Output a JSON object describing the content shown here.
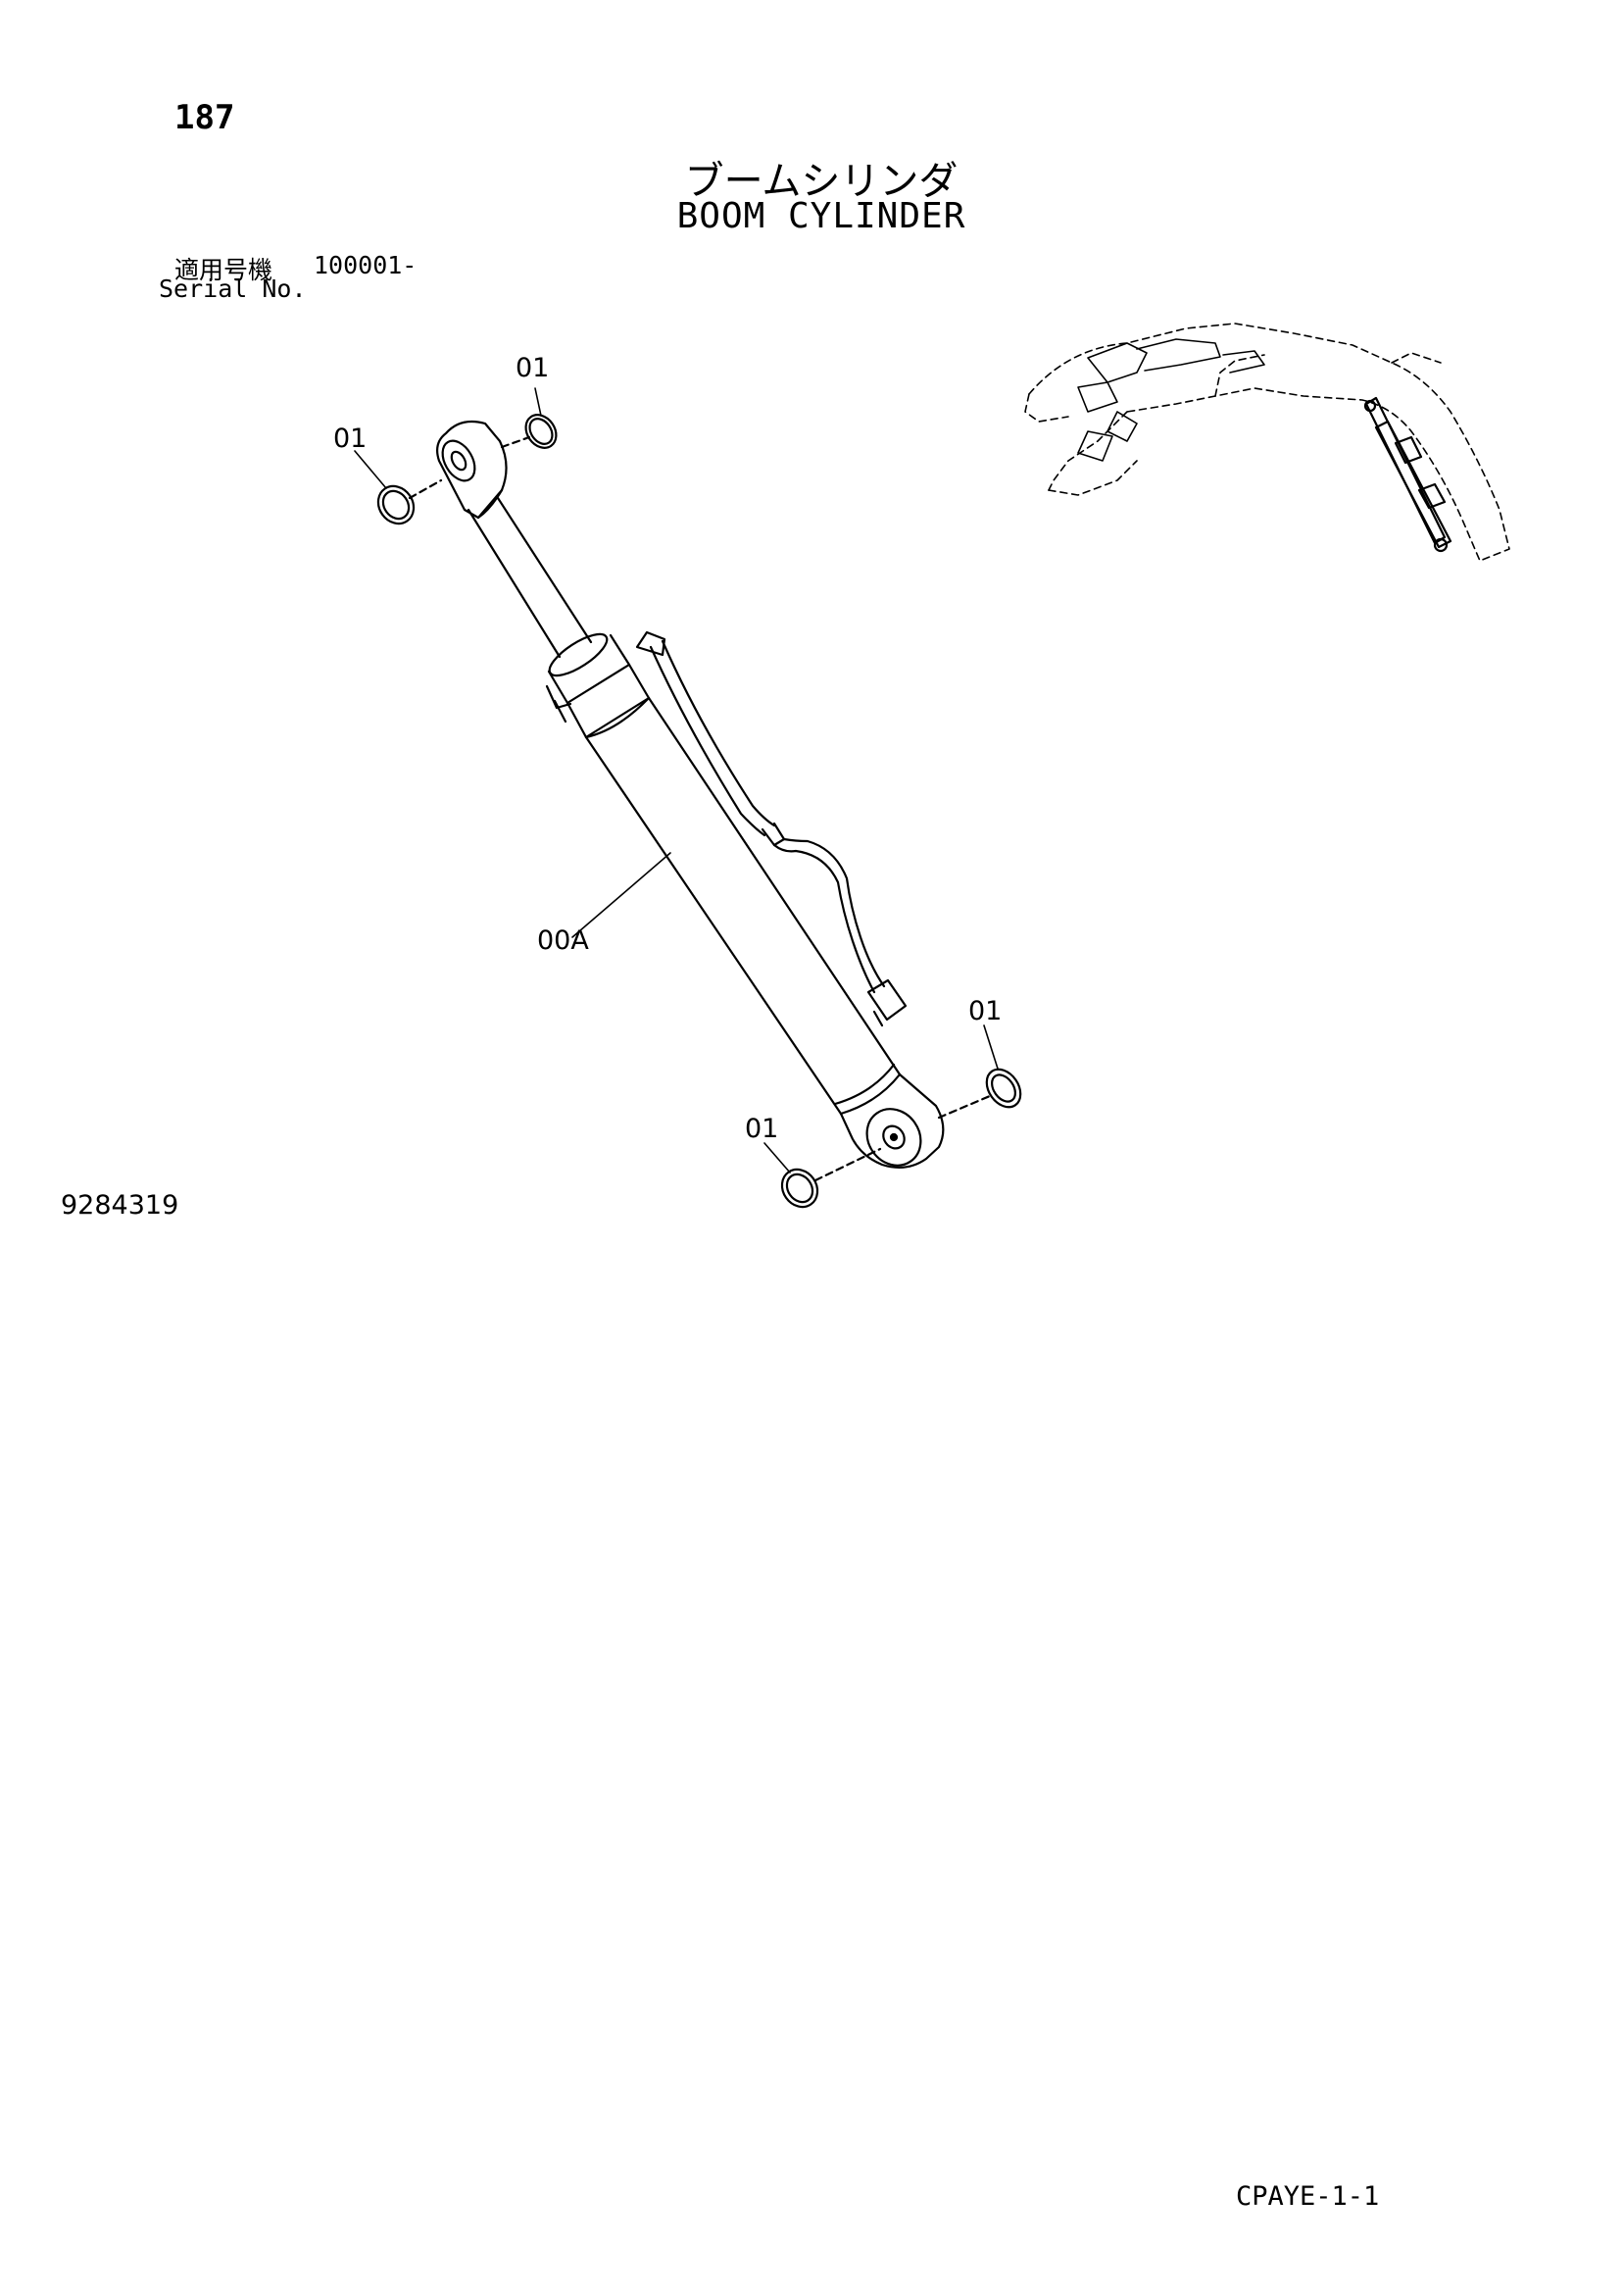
{
  "header": {
    "page_number": "187",
    "title_jp": "ブームシリンダ",
    "title_en": "BOOM CYLINDER",
    "serial_label_jp": "適用号機",
    "serial_value": "100001-",
    "serial_label_en": "Serial No."
  },
  "diagram": {
    "callouts": [
      "01",
      "01",
      "00A",
      "01",
      "01"
    ]
  },
  "footer": {
    "drawing_number": "9284319",
    "code": "CPAYE-1-1"
  }
}
